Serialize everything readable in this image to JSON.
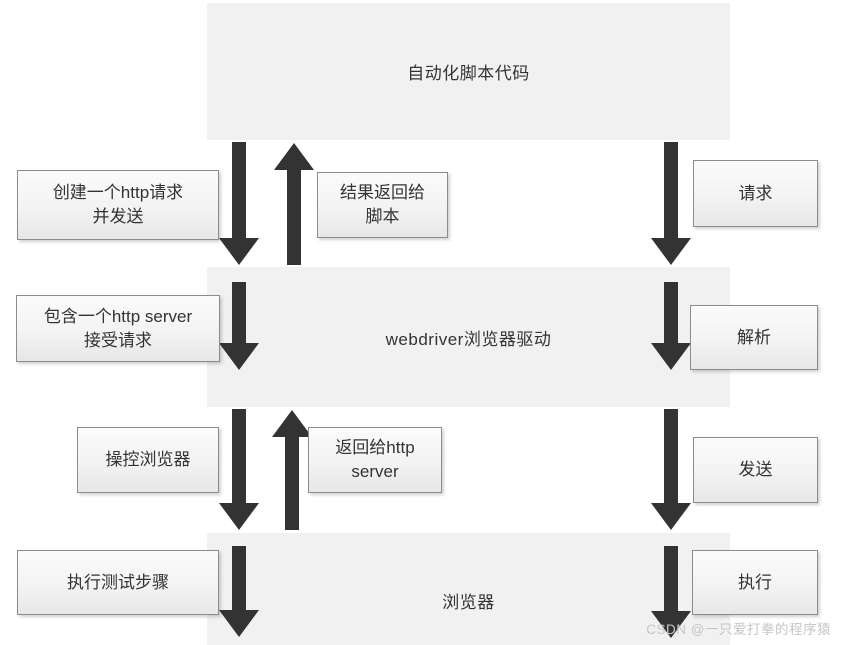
{
  "diagram": {
    "bands": {
      "script_code": {
        "title": "自动化脚本代码"
      },
      "webdriver": {
        "title": "webdriver浏览器驱动"
      },
      "browser": {
        "title": "浏览器"
      }
    },
    "left_steps": {
      "create_request": "创建一个http请求\n并发送",
      "http_server": "包含一个http server\n接受请求",
      "control_browser": "操控浏览器",
      "execute_steps": "执行测试步骤"
    },
    "return_steps": {
      "result_to_script": "结果返回给\n脚本",
      "return_to_server": "返回给http\nserver"
    },
    "right_steps": {
      "request": "请求",
      "parse": "解析",
      "send": "发送",
      "execute": "执行"
    },
    "watermark": "CSDN @一只爱打拳的程序猿",
    "colors": {
      "band_background": "#f1f1f1",
      "box_border": "#8c8c8c",
      "box_gradient_top": "#fbfbfb",
      "box_gradient_bottom": "#e7e7e7",
      "arrow": "#333333",
      "text": "#333333",
      "watermark": "#c6c6c6",
      "page_background": "#ffffff"
    }
  }
}
